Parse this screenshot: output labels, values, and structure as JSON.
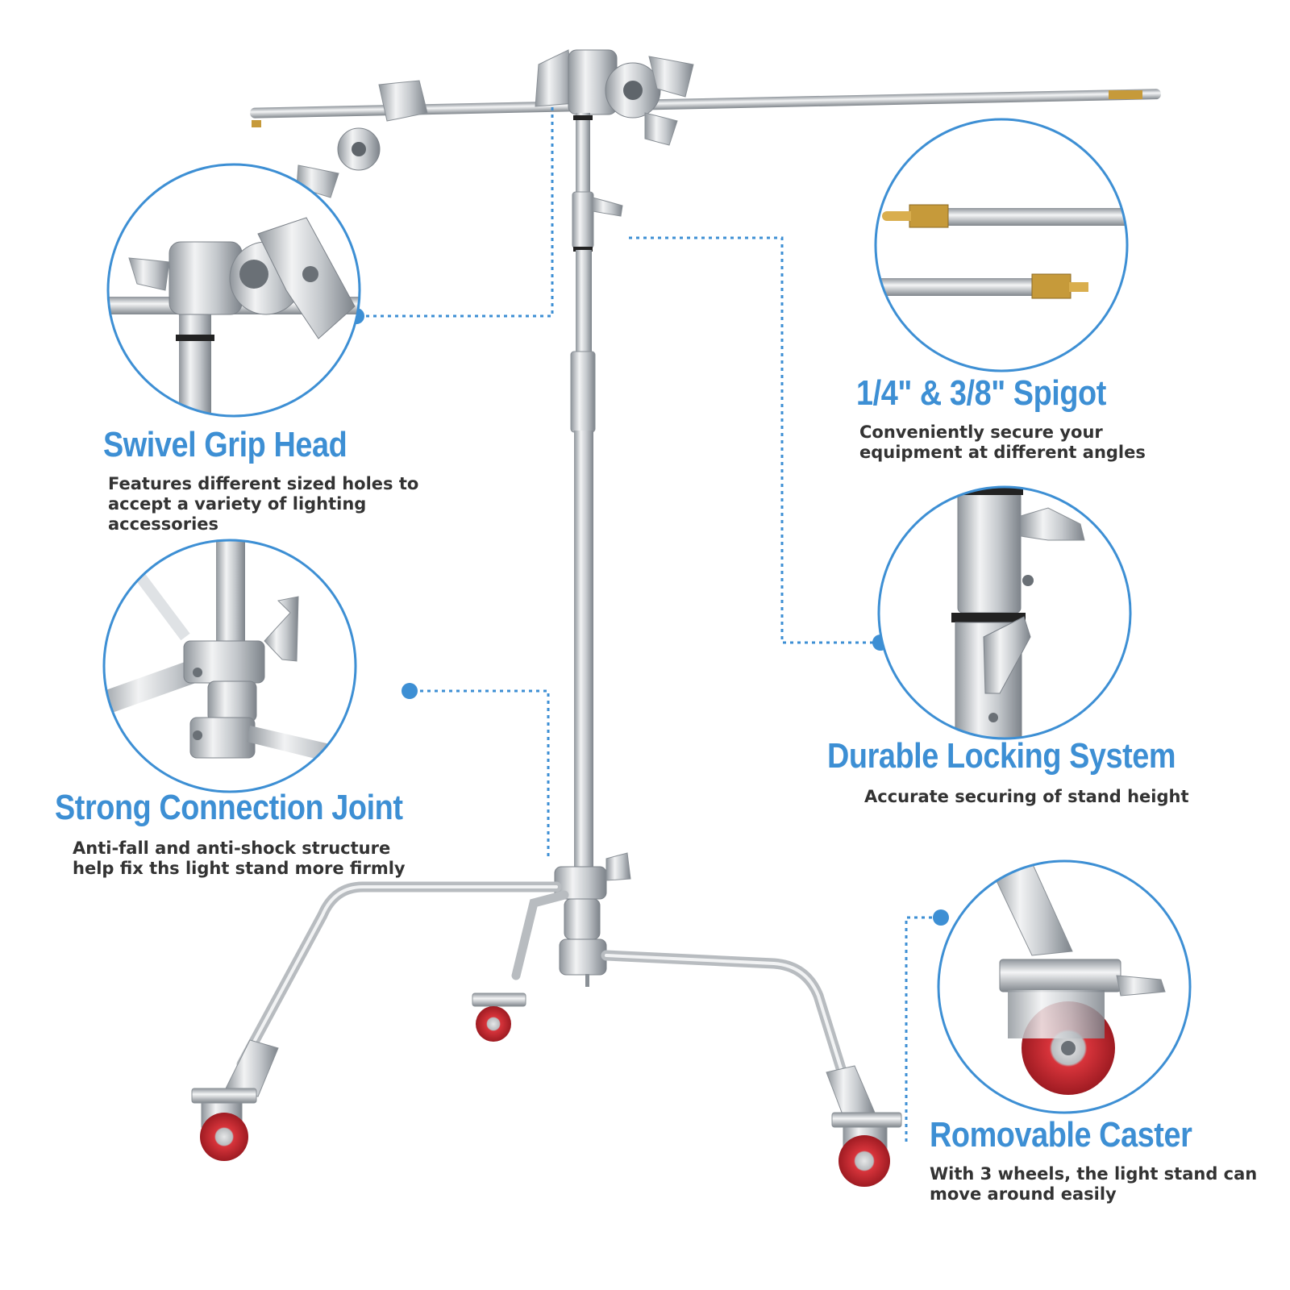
{
  "features": [
    {
      "id": "swivel-grip-head",
      "title": "Swivel Grip Head",
      "description": [
        "Features different sized holes to",
        "accept a variety of lighting",
        "accessories"
      ]
    },
    {
      "id": "strong-connection-joint",
      "title": "Strong Connection Joint",
      "description": [
        "Anti-fall and anti-shock structure",
        "help fix ths light stand more firmly"
      ]
    },
    {
      "id": "spigot",
      "title": "1/4\" & 3/8\" Spigot",
      "description": [
        "Conveniently secure your",
        "equipment at different angles"
      ]
    },
    {
      "id": "durable-locking-system",
      "title": "Durable Locking System",
      "description": [
        "Accurate securing of stand height"
      ]
    },
    {
      "id": "removable-caster",
      "title": "Romovable Caster",
      "description": [
        "With 3 wheels, the light stand can",
        "move around easily"
      ]
    }
  ],
  "colors": {
    "accent": "#3d8fd4",
    "text": "#333333",
    "steel": "#c9ccd0",
    "wheel": "#c8272f"
  }
}
